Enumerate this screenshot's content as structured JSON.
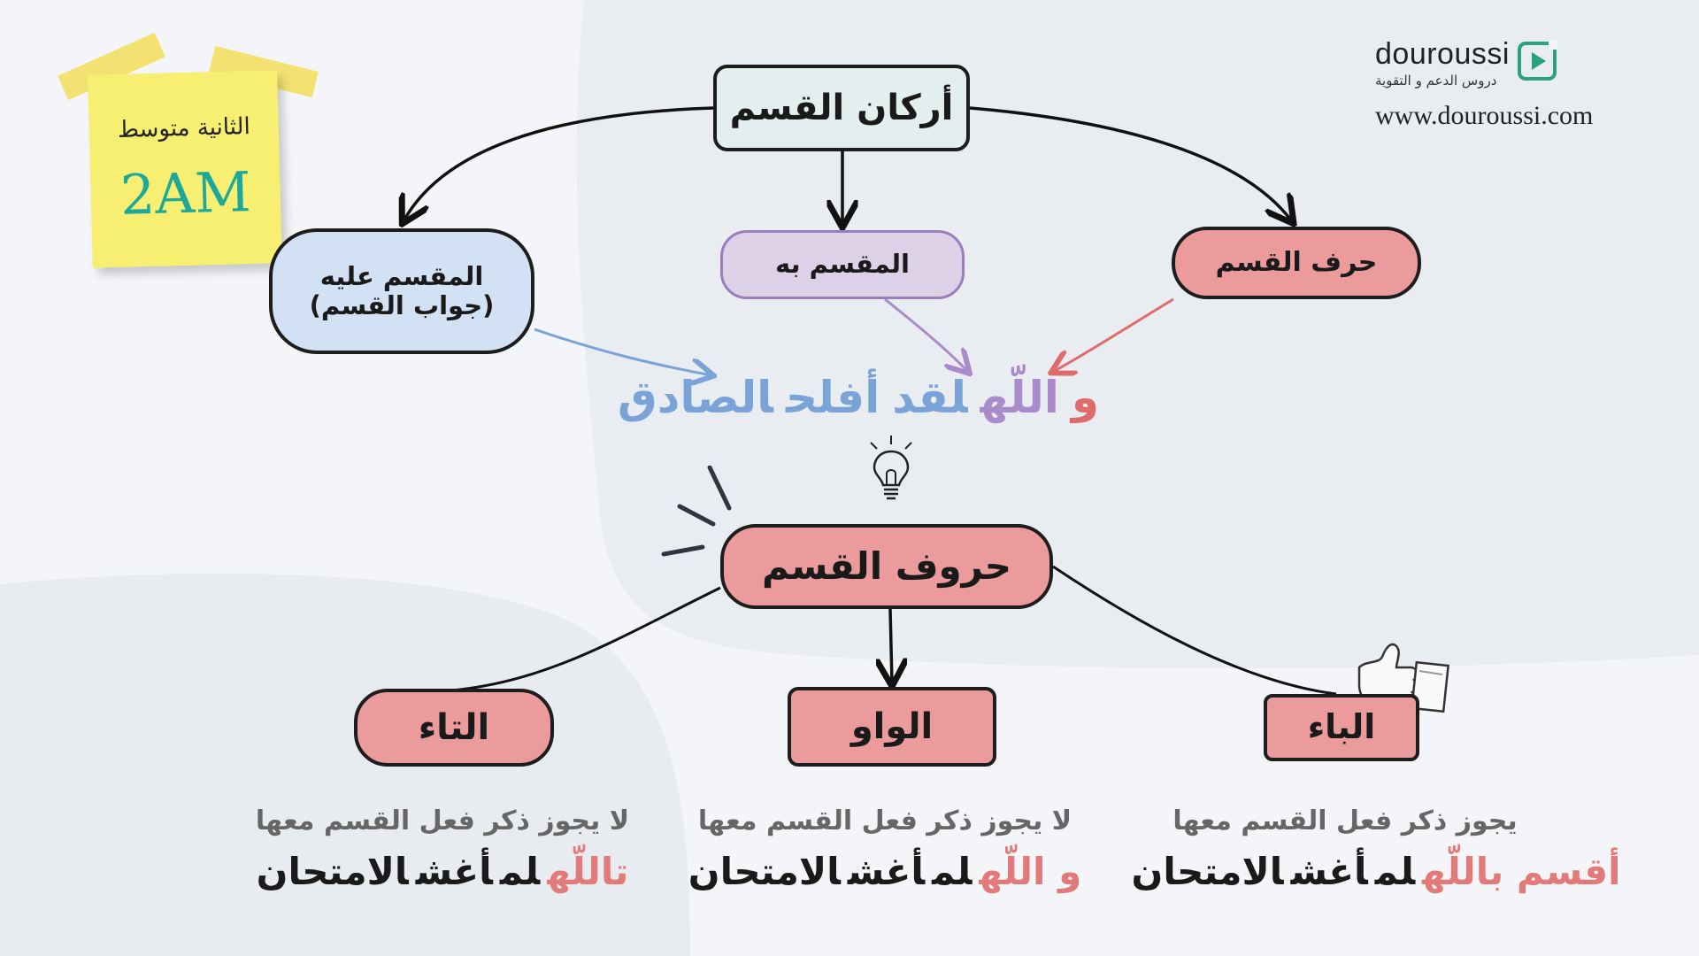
{
  "brand": {
    "name": "douroussi",
    "tagline": "دروس الدعم و التقوية",
    "url": "www.douroussi.com",
    "logo_icon": "play-icon",
    "accent": "#2aa27c"
  },
  "sticky_note": {
    "level": "الثانية متوسط",
    "code": "2AM"
  },
  "diagram": {
    "root_pillars": "أركان القسم",
    "pillar_harf": "حرف القسم",
    "pillar_muqsam_bih": "المقسم به",
    "pillar_muqsam_alayh_line1": "المقسم عليه",
    "pillar_muqsam_alayh_line2": "(جواب القسم)",
    "example_sentence": {
      "w1": "و",
      "w2": "اللّه",
      "w3": "لقد",
      "w4": "أفلح",
      "w5": "الصادق"
    },
    "root_letters": "حروف القسم",
    "letter_ba": "الباء",
    "letter_waw": "الواو",
    "letter_ta": "التاء",
    "rule_ba": "يجوز ذكر فعل القسم معها",
    "rule_waw": "لا يجوز ذكر فعل القسم معها",
    "rule_ta": "لا يجوز ذكر فعل القسم معها",
    "example_ba": {
      "kw": "أقسم باللّه",
      "rest1": "لم",
      "rest2": "أغش",
      "rest3": "الامتحان"
    },
    "example_waw": {
      "kw": "و اللّه",
      "rest1": "لم",
      "rest2": "أغش",
      "rest3": "الامتحان"
    },
    "example_ta": {
      "kw": "تاللّه",
      "rest1": "لم",
      "rest2": "أغش",
      "rest3": "الامتحان"
    }
  },
  "colors": {
    "harf_red": "#e06b6b",
    "muqsam_bih_purple": "#a98bcb",
    "muqsam_alayh_blue": "#7aa3d8",
    "node_pink": "#eb9b9b"
  }
}
